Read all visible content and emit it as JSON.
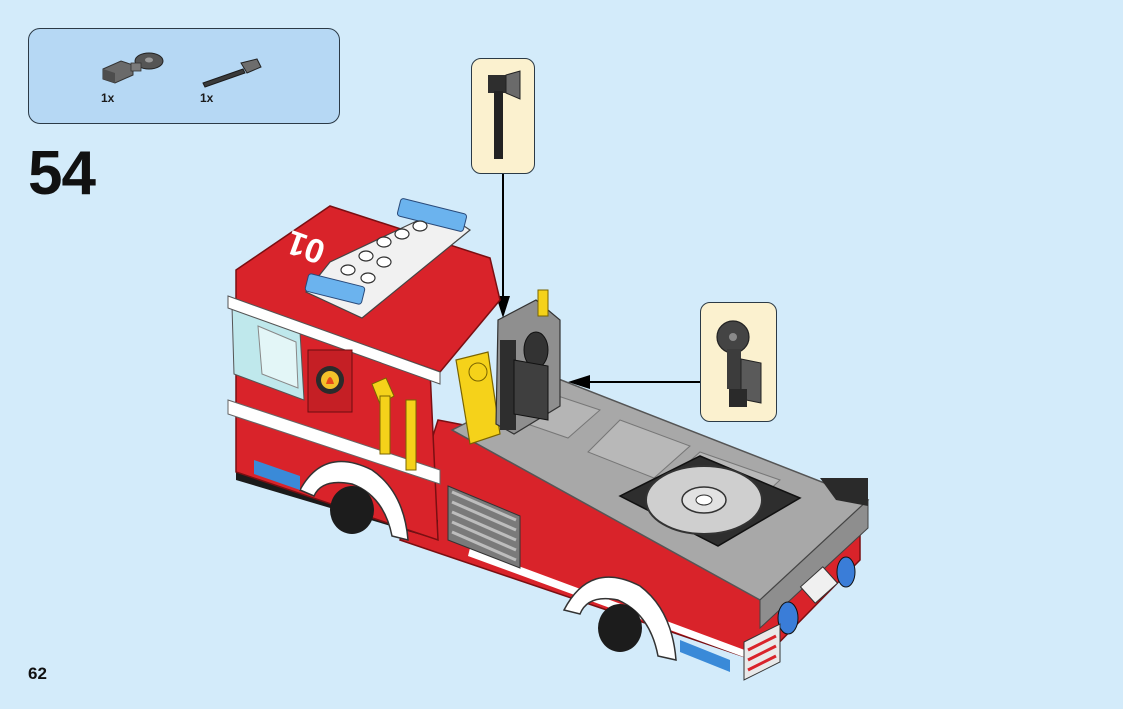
{
  "parts_list": {
    "items": [
      {
        "icon": "saw-part-icon",
        "quantity": "1x"
      },
      {
        "icon": "axe-part-icon",
        "quantity": "1x"
      }
    ]
  },
  "step": {
    "number": "54"
  },
  "page": {
    "number": "62"
  },
  "truck": {
    "door_number": "01"
  },
  "colors": {
    "background": "#d3ebfa",
    "parts_box": "#b6d8f4",
    "callout": "#fbf1cf",
    "truck_red": "#d9232a",
    "deck_grey": "#a8a8a8",
    "accessory_yellow": "#f5d21a"
  }
}
